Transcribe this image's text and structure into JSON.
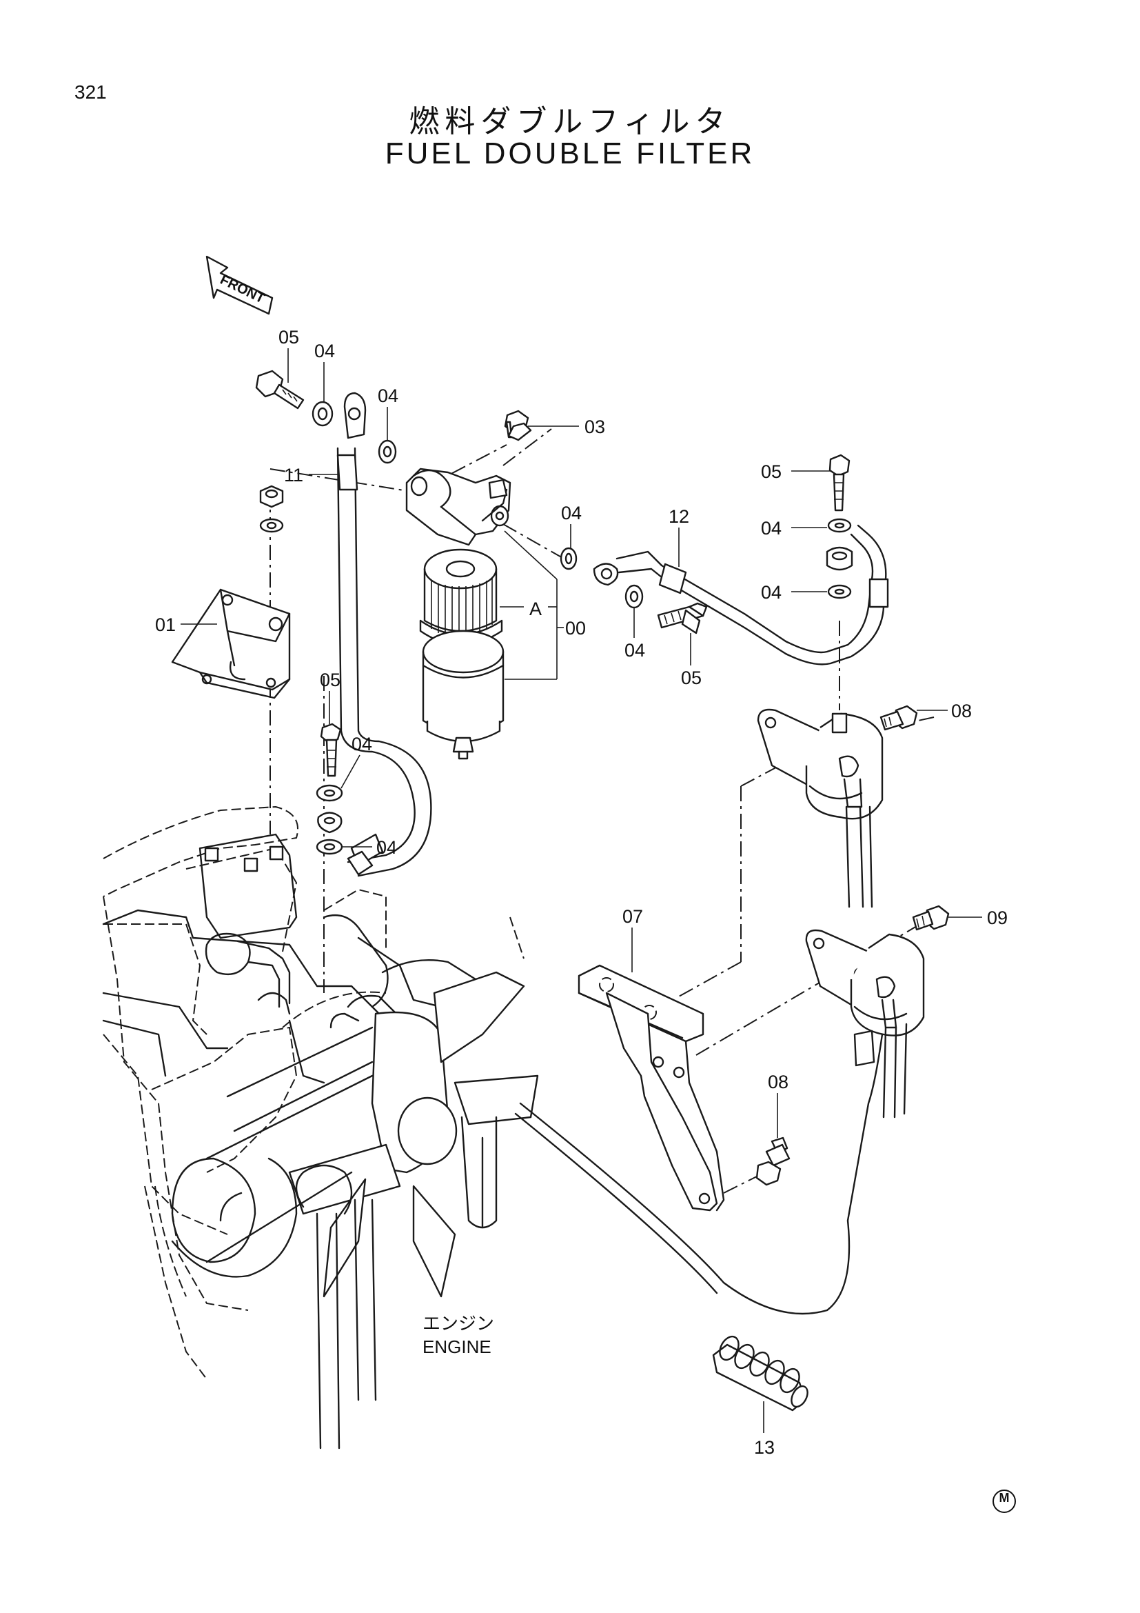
{
  "page": {
    "number": "321",
    "title_ja": "燃料ダブルフィルタ",
    "title_en": "FUEL DOUBLE FILTER",
    "front_label": "FRONT",
    "engine_label_ja": "エンジン",
    "engine_label_en": "ENGINE",
    "footer_mark": "M"
  },
  "callouts": {
    "c00": "00",
    "c01": "01",
    "c03": "03",
    "c04a": "04",
    "c04b": "04",
    "c04c": "04",
    "c04d": "04",
    "c04e": "04",
    "c04f": "04",
    "c04g": "04",
    "c04h": "04",
    "c05a": "05",
    "c05b": "05",
    "c05c": "05",
    "c05d": "05",
    "c07": "07",
    "c08a": "08",
    "c08b": "08",
    "c09": "09",
    "c11": "11",
    "c12": "12",
    "c13": "13",
    "cA": "A"
  }
}
